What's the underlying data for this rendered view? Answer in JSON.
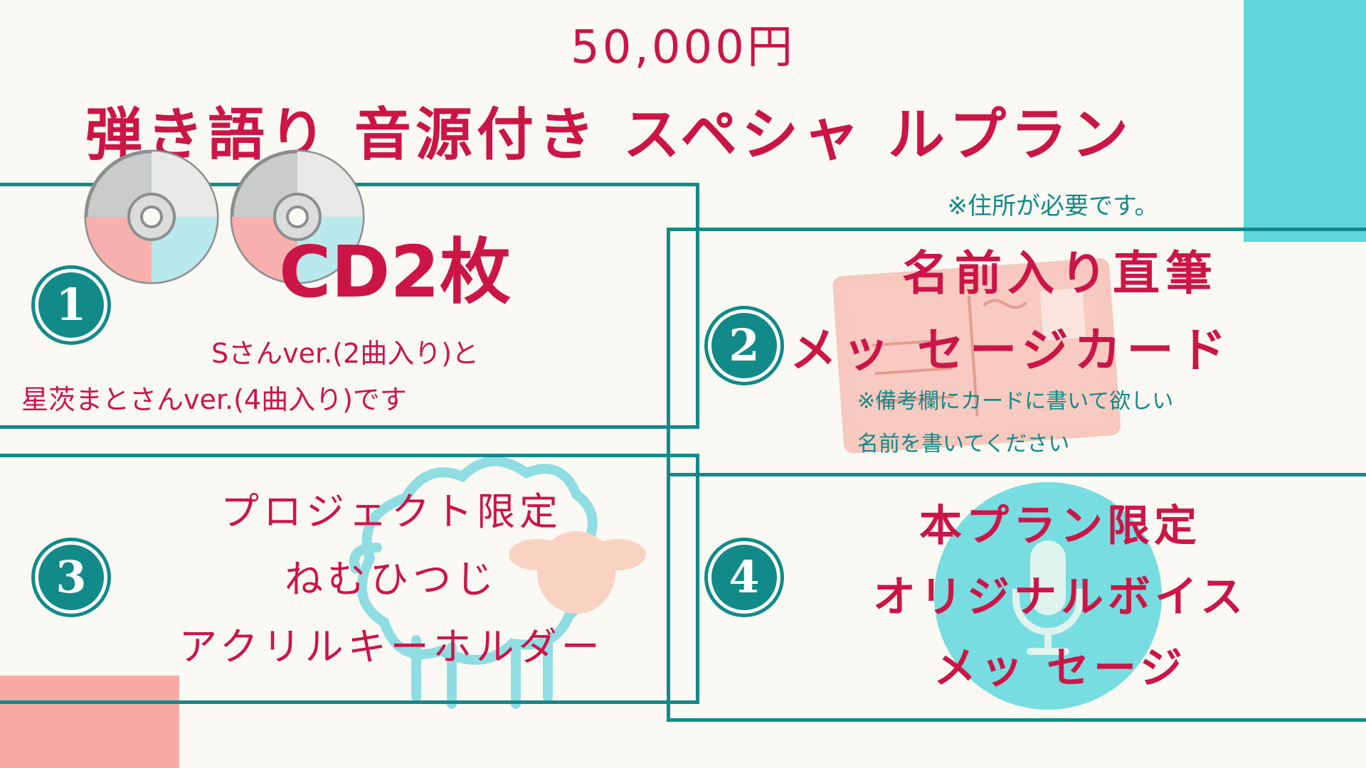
{
  "colors": {
    "accent_text": "#cc1547",
    "teal": "#128a89",
    "light_teal": "#5fd8dc",
    "pink": "#f9aaa6",
    "background": "#faf9f3"
  },
  "header": {
    "price": "50,000円",
    "title": "弾き語り 音源付き スペシャ ルプラン",
    "address_note": "※住所が必要です。"
  },
  "items": [
    {
      "number": "1",
      "icon": "cd-icon",
      "title": "CD2枚",
      "line1": "Sさんver.(2曲入り)と",
      "line2": "星茨まとさんver.(4曲入り)です"
    },
    {
      "number": "2",
      "icon": "postcard-icon",
      "line1": "名前入り直筆",
      "line2": "メッ セージカード",
      "note1": "※備考欄にカードに書いて欲しい",
      "note2": "名前を書いてください"
    },
    {
      "number": "3",
      "icon": "sheep-icon",
      "line1": "プロジェクト限定",
      "line2": "ねむひつじ",
      "line3": "アクリルキーホルダー"
    },
    {
      "number": "4",
      "icon": "microphone-icon",
      "line1": "本プラン限定",
      "line2": "オリジナルボイス",
      "line3": "メッ セージ"
    }
  ]
}
